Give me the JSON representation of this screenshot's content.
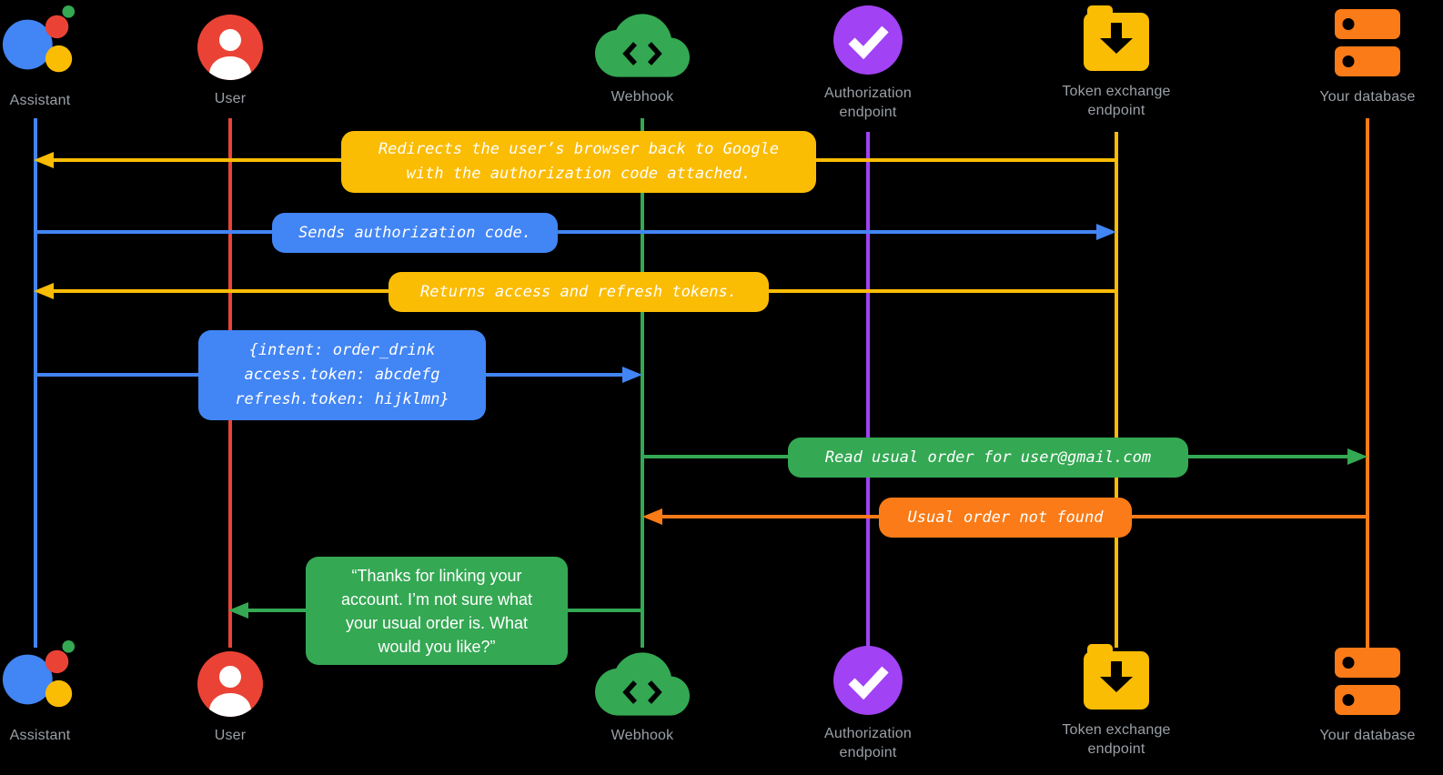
{
  "colors": {
    "blue": "#4285F4",
    "red": "#EA4335",
    "yellow": "#FBBC04",
    "green": "#34A853",
    "purple": "#A142F4",
    "orange": "#FA7B17",
    "gray": "#9AA0A6",
    "white": "#FFFFFF",
    "background": "#000000"
  },
  "actors": [
    {
      "id": "assistant",
      "label": "Assistant",
      "icon": "google-assistant-icon",
      "color": "blue"
    },
    {
      "id": "user",
      "label": "User",
      "icon": "user-icon",
      "color": "red"
    },
    {
      "id": "webhook",
      "label": "Webhook",
      "icon": "cloud-code-icon",
      "color": "green"
    },
    {
      "id": "authorization-endpoint",
      "label": "Authorization endpoint",
      "icon": "checkmark-circle-icon",
      "color": "purple"
    },
    {
      "id": "token-exchange-endpoint",
      "label": "Token exchange endpoint",
      "icon": "download-box-icon",
      "color": "yellow"
    },
    {
      "id": "your-database",
      "label": "Your database",
      "icon": "database-icon",
      "color": "orange"
    }
  ],
  "messages": [
    {
      "from": "token-exchange-endpoint",
      "to": "assistant",
      "color": "yellow",
      "lines": [
        "Redirects the user’s browser back to Google",
        "with the authorization code attached."
      ]
    },
    {
      "from": "assistant",
      "to": "token-exchange-endpoint",
      "color": "blue",
      "lines": [
        "Sends authorization code."
      ]
    },
    {
      "from": "token-exchange-endpoint",
      "to": "assistant",
      "color": "yellow",
      "lines": [
        "Returns access and refresh tokens."
      ]
    },
    {
      "from": "assistant",
      "to": "webhook",
      "color": "blue",
      "lines": [
        "{intent: order_drink",
        "access.token: abcdefg",
        "refresh.token: hijklmn}"
      ]
    },
    {
      "from": "webhook",
      "to": "your-database",
      "color": "green",
      "lines": [
        "Read usual order for user@gmail.com"
      ]
    },
    {
      "from": "your-database",
      "to": "webhook",
      "color": "orange",
      "lines": [
        "Usual order not found"
      ]
    },
    {
      "from": "webhook",
      "to": "user",
      "color": "green",
      "lines": [
        "“Thanks for linking your",
        "account. I’m not sure what",
        "your usual order is. What",
        "would you like?”"
      ]
    }
  ]
}
